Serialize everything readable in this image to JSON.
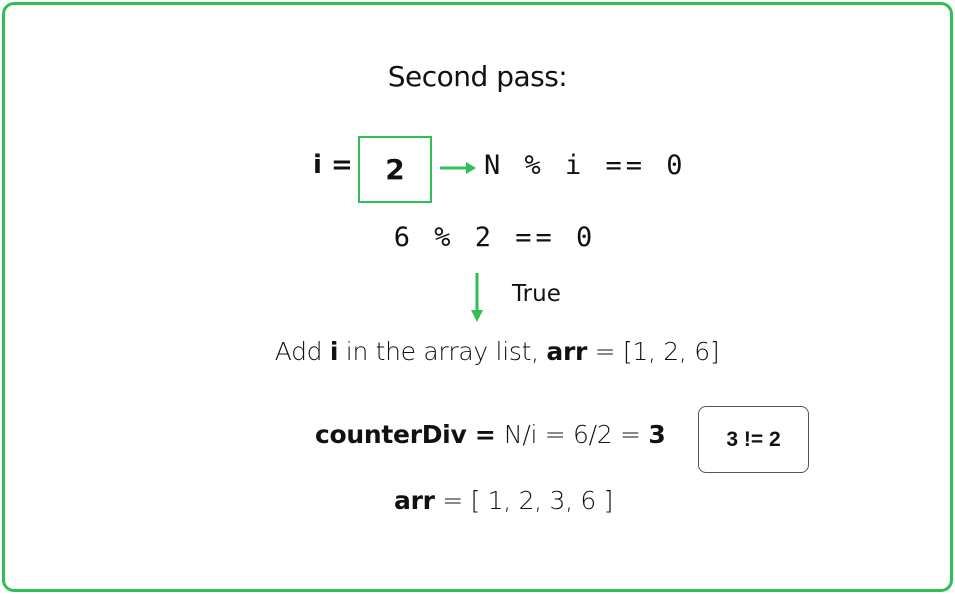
{
  "title": "Second pass:",
  "i_label": "i =",
  "i_value": "2",
  "condition": "N % i == 0",
  "evaluation": "6 % 2 == 0",
  "result_label": "True",
  "add_line": {
    "prefix": "Add ",
    "var": "i",
    "middle": " in the array list, ",
    "arr_name": "arr",
    "rest": " = [1, 2, 6]"
  },
  "counter_line": {
    "name": "counterDiv",
    "eq": " = ",
    "expr": "N/i = 6/2 = ",
    "result": "3"
  },
  "comparison": "3 != 2",
  "arr_line": {
    "name": "arr",
    "rest": " = [ 1, 2, 3, 6 ]"
  },
  "colors": {
    "accent": "#2fbf55",
    "text": "#111111",
    "box_border": "#555555"
  }
}
